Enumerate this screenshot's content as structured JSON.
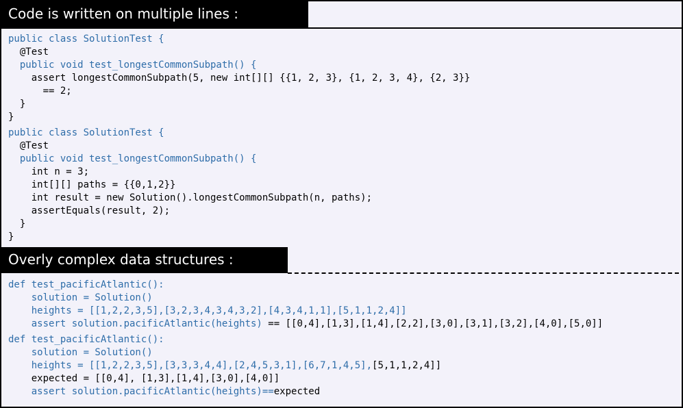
{
  "section1": {
    "title": "Code is written on multiple lines :",
    "example1": [
      "public class SolutionTest {",
      "  @Test",
      "  public void test_longestCommonSubpath() {",
      "    assert longestCommonSubpath(5, new int[][] {{1, 2, 3}, {1, 2, 3, 4}, {2, 3}}",
      "      == 2;",
      "  }",
      "}"
    ],
    "example2": [
      "public class SolutionTest {",
      "  @Test",
      "  public void test_longestCommonSubpath() {",
      "    int n = 3;",
      "    int[][] paths = {{0,1,2}}",
      "    int result = new Solution().longestCommonSubpath(n, paths);",
      "    assertEquals(result, 2);",
      "  }",
      "}"
    ]
  },
  "section2": {
    "title": "Overly complex data structures :",
    "example1": [
      "def test_pacificAtlantic():",
      "    solution = Solution()",
      "    heights = [[1,2,2,3,5],[3,2,3,4,3,4,3,2],[4,3,4,1,1],[5,1,1,2,4]]",
      "    assert solution.pacificAtlantic(heights) == [[0,4],[1,3],[1,4],[2,2],[3,0],[3,1],[3,2],[4,0],[5,0]]"
    ],
    "example2": [
      "def test_pacificAtlantic():",
      "    solution = Solution()",
      "    heights = [[1,2,2,3,5],[3,3,3,4,4],[2,4,5,3,1],[6,7,1,4,5],[5,1,1,2,4]]",
      "    expected = [[0,4], [1,3],[1,4],[3,0],[4,0]]",
      "    assert solution.pacificAtlantic(heights)==expected"
    ]
  },
  "colors": {
    "keyword_blue": "#2e6da9",
    "text": "#000000",
    "panel_background": "#f3f2fa",
    "header_background": "#000000",
    "header_text": "#ffffff"
  }
}
